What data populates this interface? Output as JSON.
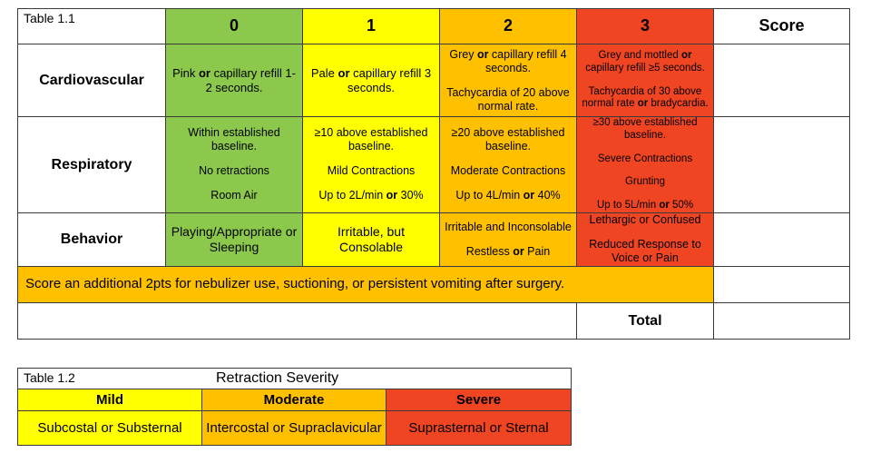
{
  "table1": {
    "caption": "Table 1.1",
    "headers": [
      "0",
      "1",
      "2",
      "3"
    ],
    "score_header": "Score",
    "rows": {
      "cardiovascular": {
        "label": "Cardiovascular",
        "c0": {
          "a": "Pink ",
          "b": "or",
          "c": " capillary refill 1-2 seconds."
        },
        "c1": {
          "a": "Pale ",
          "b": "or",
          "c": " capillary refill 3 seconds."
        },
        "c2": {
          "a": "Grey ",
          "b": "or",
          "c": " capillary refill 4 seconds.",
          "d": "Tachycardia of 20 above normal rate."
        },
        "c3": {
          "a": "Grey and mottled ",
          "b": "or",
          "c": " capillary refill ≥5 seconds.",
          "d": "Tachycardia of 30 above normal rate ",
          "e": "or",
          "f": " bradycardia."
        }
      },
      "respiratory": {
        "label": "Respiratory",
        "c0": {
          "a": "Within established baseline.",
          "b": "No retractions",
          "c": "Room Air"
        },
        "c1": {
          "a": "≥10 above established baseline.",
          "b": "Mild Contractions",
          "c": "Up to 2L/min ",
          "d": "or",
          "e": " 30%"
        },
        "c2": {
          "a": "≥20 above established baseline.",
          "b": "Moderate Contractions",
          "c": "Up to 4L/min ",
          "d": "or",
          "e": " 40%"
        },
        "c3": {
          "a": "≥30 above established baseline.",
          "b": "Severe Contractions",
          "c": "Grunting",
          "d": "Up to 5L/min ",
          "e": "or",
          "f": " 50%"
        }
      },
      "behavior": {
        "label": "Behavior",
        "c0": "Playing/Appropriate or Sleeping",
        "c1": "Irritable, but Consolable",
        "c2": {
          "a": "Irritable and Inconsolable",
          "b": "Restless ",
          "c": "or",
          "d": " Pain"
        },
        "c3": {
          "a": "Lethargic or Confused",
          "b": "Reduced Response to Voice or Pain"
        }
      }
    },
    "note": "Score an additional 2pts for nebulizer use, suctioning, or persistent vomiting after surgery.",
    "total_label": "Total"
  },
  "table2": {
    "caption": "Table 1.2",
    "title": "Retraction Severity",
    "headers": [
      "Mild",
      "Moderate",
      "Severe"
    ],
    "values": [
      "Subcostal or Substernal",
      "Intercostal or Supraclavicular",
      "Suprasternal or Sternal"
    ]
  },
  "colors": {
    "green": "#8cc84b",
    "yellow": "#ffff00",
    "orange": "#ffc000",
    "red": "#ef4523"
  }
}
